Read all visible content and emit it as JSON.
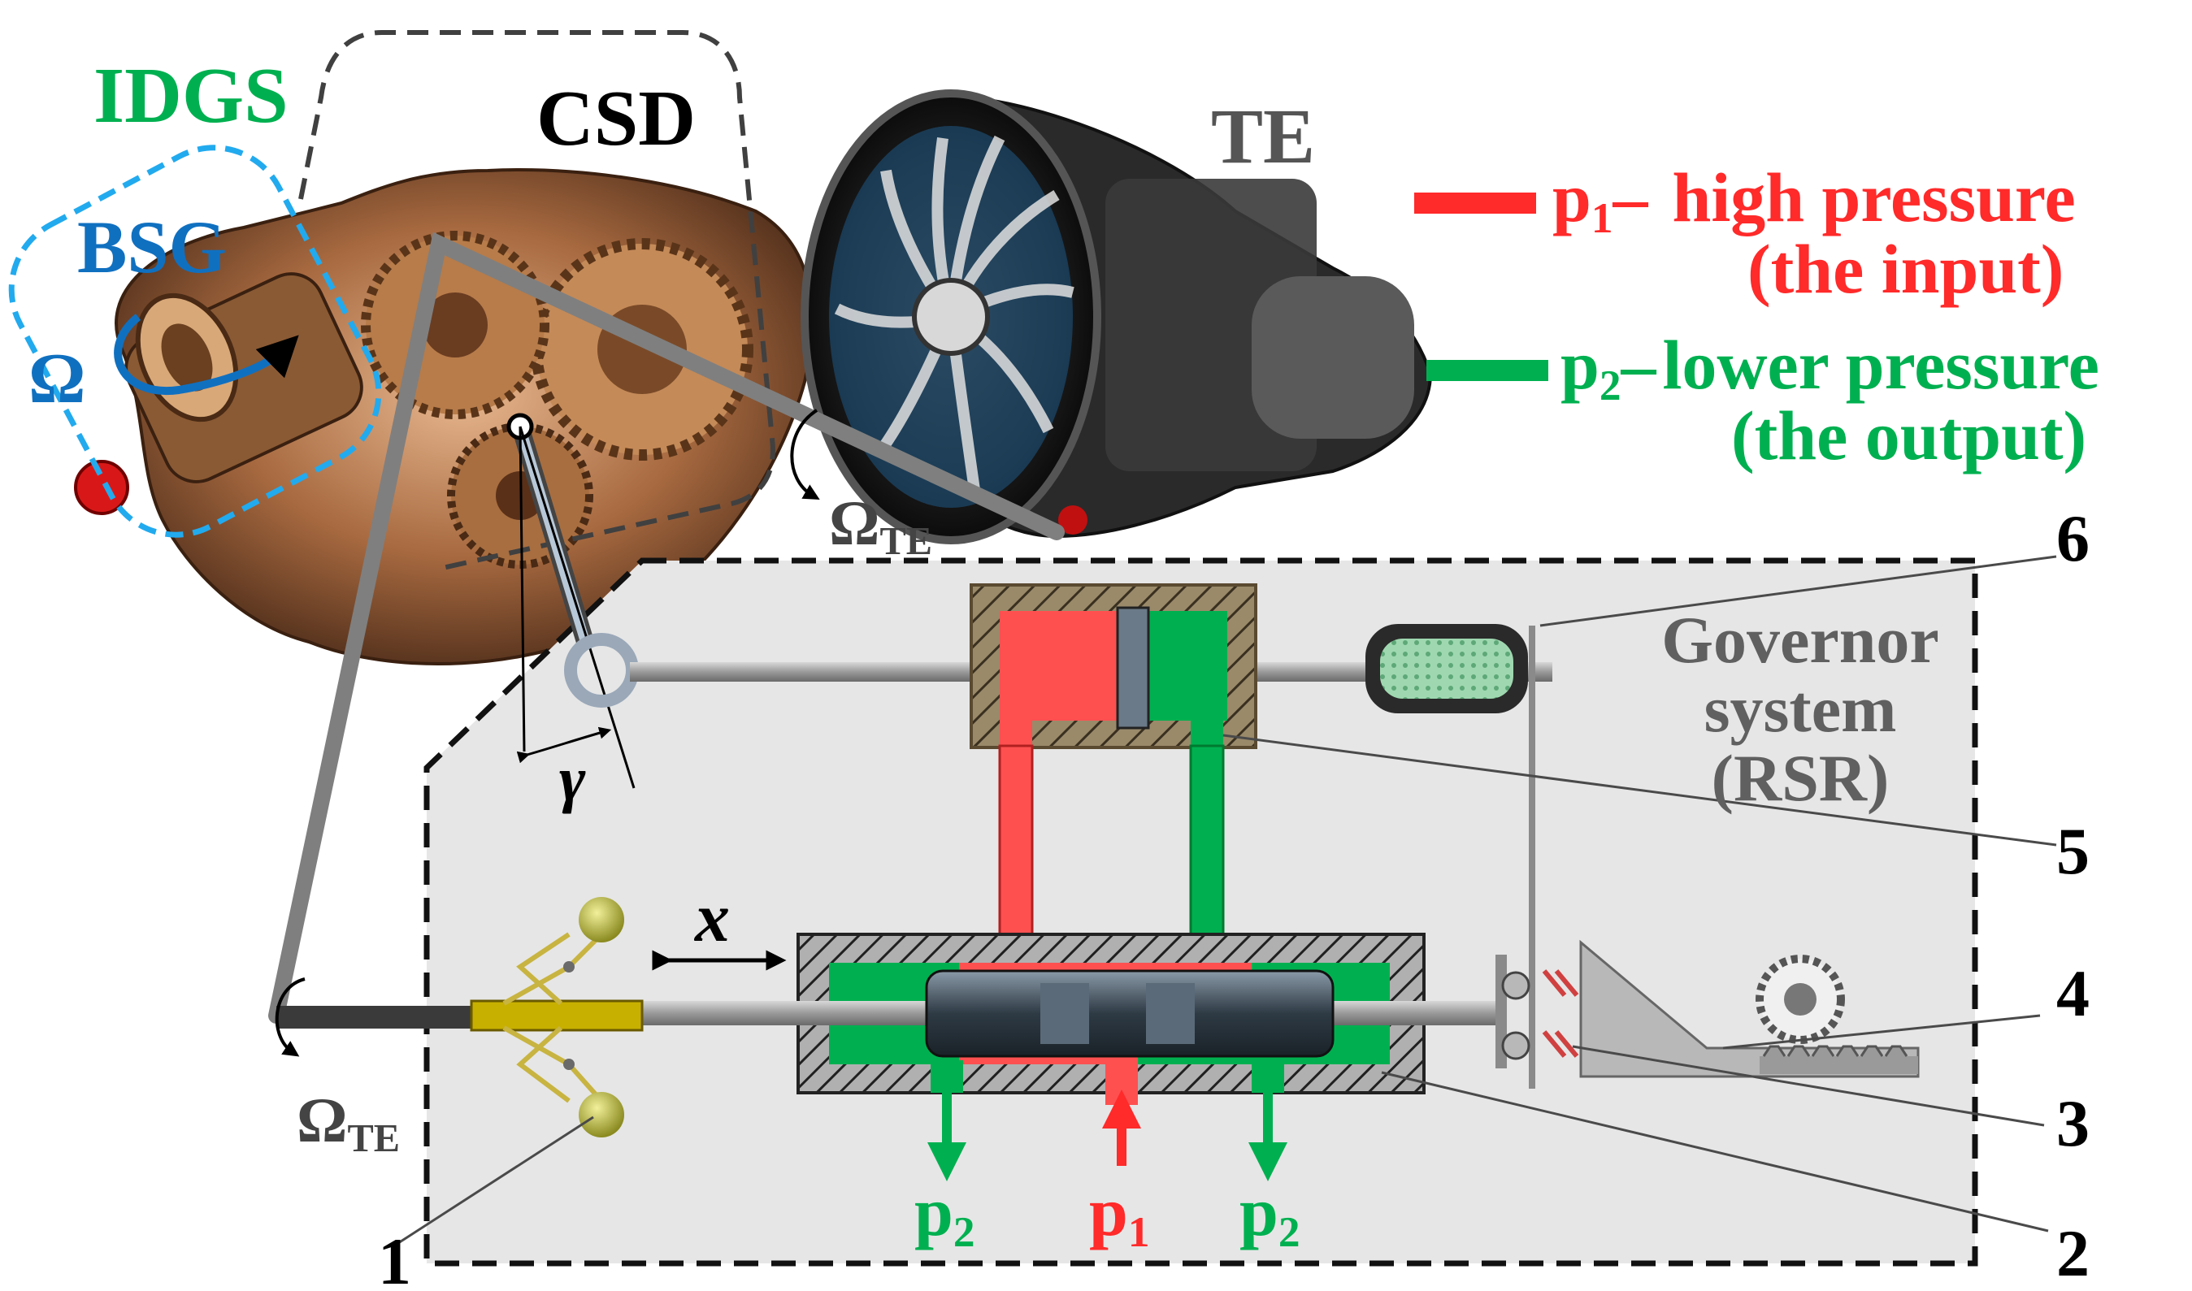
{
  "labels": {
    "idgs": "IDGS",
    "csd": "CSD",
    "te": "TE",
    "bsg": "BSG",
    "omega": "Ω",
    "omega_te_main": "Ω",
    "omega_te_main_sub": "TE",
    "omega_te_shaft": "Ω",
    "omega_te_shaft_sub": "TE",
    "gamma": "γ",
    "x": "x",
    "governor_line1": "Governor",
    "governor_line2": "system",
    "governor_line3": "(RSR)"
  },
  "legend": {
    "p1_symbol": "p",
    "p1_sub": "1",
    "p1_dash": "–",
    "p1_text": "high pressure",
    "p1_note": "(the input)",
    "p2_symbol": "p",
    "p2_sub": "2",
    "p2_dash": "–",
    "p2_text": "lower pressure",
    "p2_note": "(the output)"
  },
  "ports": {
    "p2_left": "p",
    "p2_left_sub": "2",
    "p1_center": "p",
    "p1_center_sub": "1",
    "p2_right": "p",
    "p2_right_sub": "2"
  },
  "numbers": {
    "n1": "1",
    "n2": "2",
    "n3": "3",
    "n4": "4",
    "n5": "5",
    "n6": "6"
  },
  "colors": {
    "high_pressure": "#ff2a2a",
    "low_pressure": "#00b050",
    "idgs_green": "#00b050",
    "bsg_blue": "#1070c0",
    "shaft_gray": "#7f7f7f",
    "panel_gray": "#e6e6e6",
    "text_gray": "#606060"
  }
}
